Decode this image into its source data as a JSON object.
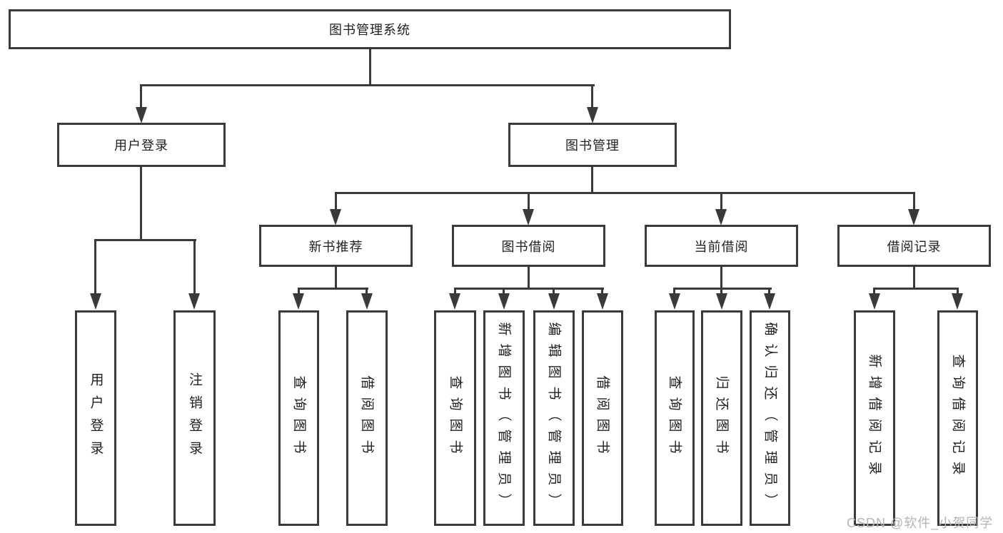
{
  "colors": {
    "line": "#3a3a3a",
    "box_border": "#3a3a3a",
    "text": "#1f1f1f",
    "background": "#ffffff",
    "watermark": "#b9b3b3"
  },
  "diagram": {
    "root": {
      "label": "图书管理系统"
    },
    "level2": [
      {
        "label": "用户登录"
      },
      {
        "label": "图书管理"
      }
    ],
    "level3": [
      {
        "label": "新书推荐"
      },
      {
        "label": "图书借阅"
      },
      {
        "label": "当前借阅"
      },
      {
        "label": "借阅记录"
      }
    ],
    "leaves": {
      "user_login": "用户登录",
      "logout_login": "注销登录",
      "query_book_recommend": "查询图书",
      "borrow_book_recommend": "借阅图书",
      "query_book_borrow": "查询图书",
      "add_book_admin": "新增图书（管理员）",
      "edit_book_admin": "编辑图书（管理员）",
      "borrow_book_borrow": "借阅图书",
      "query_book_current": "查询图书",
      "return_book": "归还图书",
      "confirm_return_admin": "确认归还（管理员）",
      "add_borrow_record": "新增借阅记录",
      "query_borrow_record": "查询借阅记录"
    }
  },
  "watermark": {
    "text": "CSDN @软件_小贺同学"
  }
}
